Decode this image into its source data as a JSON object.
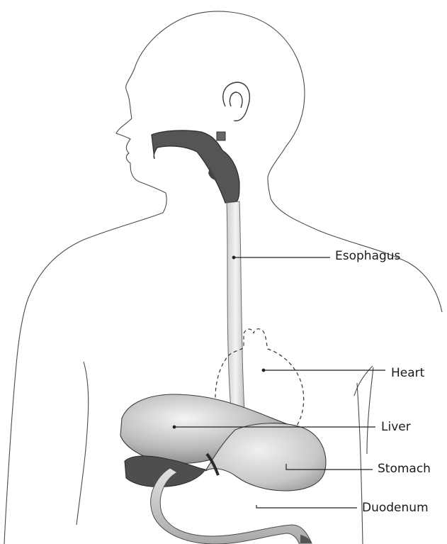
{
  "labels": {
    "esophagus": "Esophagus",
    "heart": "Heart",
    "liver": "Liver",
    "stomach": "Stomach",
    "duodenum": "Duodenum"
  },
  "colors": {
    "outline": "#3a3a3a",
    "organ_shading": "#8c8c8c",
    "dark_shading": "#4a4a4a",
    "leader_line": "#222222"
  }
}
